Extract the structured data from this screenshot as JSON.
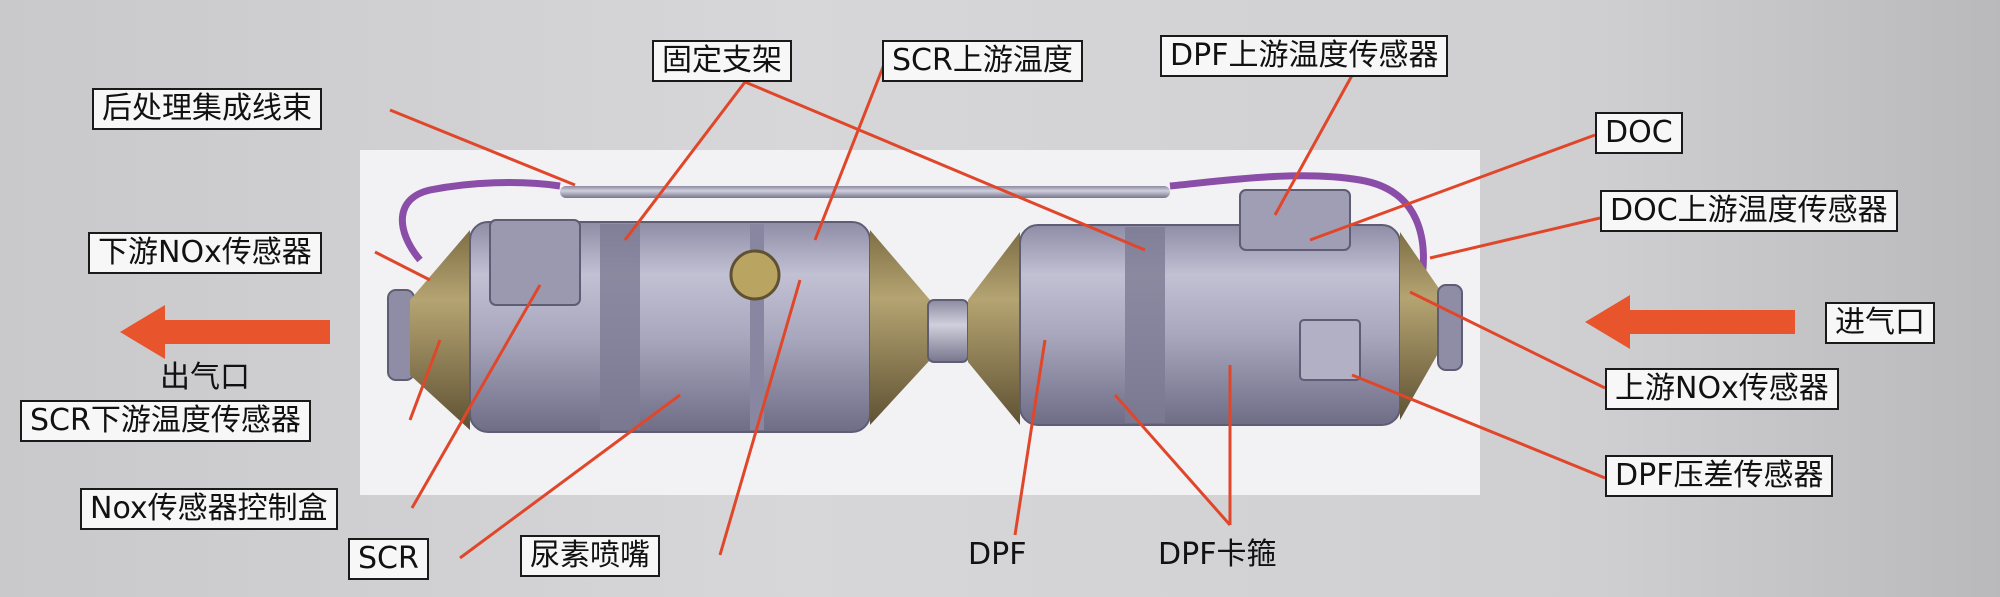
{
  "labels": {
    "harness": "后处理集成线束",
    "bracket": "固定支架",
    "scr_up_temp": "SCR上游温度",
    "dpf_up_temp_sensor": "DPF上游温度传感器",
    "doc": "DOC",
    "doc_up_temp_sensor": "DOC上游温度传感器",
    "down_nox_sensor": "下游NOx传感器",
    "inlet": "进气口",
    "outlet": "出气口",
    "up_nox_sensor": "上游NOx传感器",
    "scr_down_temp_sensor": "SCR下游温度传感器",
    "dpf_pressure_sensor": "DPF压差传感器",
    "nox_control_box": "Nox传感器控制盒",
    "scr": "SCR",
    "urea_nozzle": "尿素喷嘴",
    "dpf": "DPF",
    "dpf_clamp": "DPF卡箍"
  },
  "colors": {
    "leader_line": "#e0472a",
    "arrow": "#e8552d",
    "can_body": "#a7a5bc",
    "cone": "#9a8a5c",
    "harness": "#8a4ea8"
  }
}
